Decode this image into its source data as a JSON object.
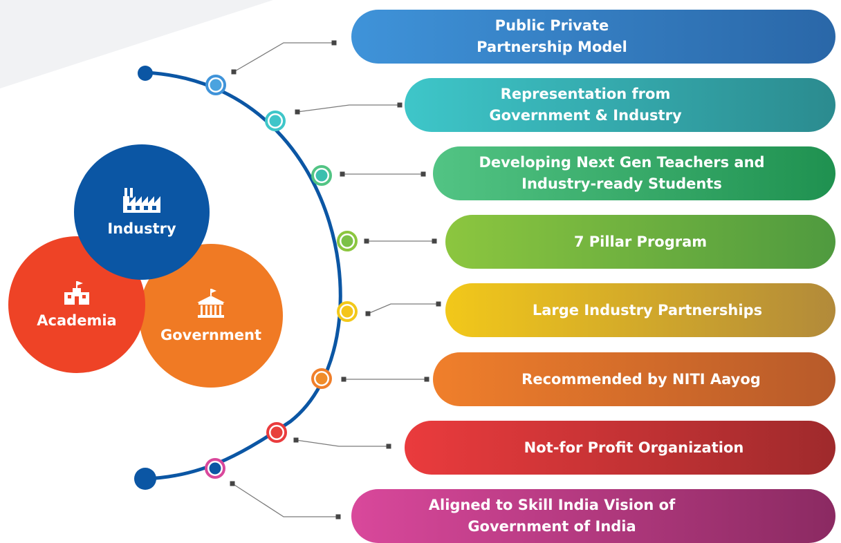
{
  "partners": {
    "industry": "Industry",
    "academia": "Academia",
    "government": "Government"
  },
  "features": [
    {
      "line1": "Public Private",
      "line2": "Partnership Model",
      "from": "#3f93d9",
      "to": "#2a67a8",
      "node": "#4aa3df"
    },
    {
      "line1": "Representation from",
      "line2": "Government & Industry",
      "from": "#3ec6c9",
      "to": "#2b8b8f",
      "node": "#3fc5c9"
    },
    {
      "line1": "Developing Next Gen Teachers and",
      "line2": "Industry-ready Students",
      "from": "#52c484",
      "to": "#1f9150",
      "node": "#3cbfae"
    },
    {
      "line1": "7 Pillar Program",
      "line2": "",
      "from": "#8cc63f",
      "to": "#4f9a3f",
      "node": "#7cc148"
    },
    {
      "line1": "Large Industry Partnerships",
      "line2": "",
      "from": "#f2c81a",
      "to": "#b28a3a",
      "node": "#f4c51a"
    },
    {
      "line1": "Recommended by NITI Aayog",
      "line2": "",
      "from": "#f07f2b",
      "to": "#b75a2a",
      "node": "#f08c2a"
    },
    {
      "line1": "Not-for Profit Organization",
      "line2": "",
      "from": "#ea3b3d",
      "to": "#9f2a2c",
      "node": "#e8403c"
    },
    {
      "line1": "Aligned to Skill India Vision of",
      "line2": "Government of India",
      "from": "#d9489b",
      "to": "#8b2a62",
      "node": "#0b56a4"
    }
  ],
  "colors": {
    "industry": "#0b56a4",
    "academia": "#ee4326",
    "government": "#f07a24",
    "bg_band": "#f1f2f4",
    "connector": "#454545",
    "endpoint": "#0b56a4"
  }
}
